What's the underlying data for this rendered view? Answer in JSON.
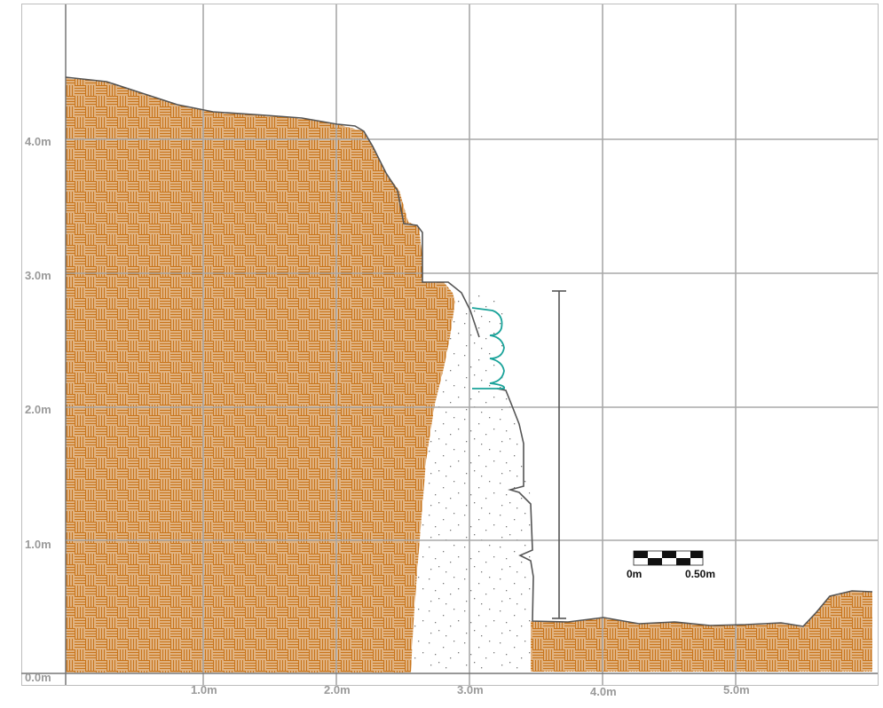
{
  "y_axis_labels": [
    "0.0m",
    "1.0m",
    "2.0m",
    "3.0m",
    "4.0m"
  ],
  "x_axis_labels": [
    "1.0m",
    "2.0m",
    "3.0m",
    "4.0m",
    "5.0m"
  ],
  "scale_bar": {
    "start_label": "0m",
    "end_label": "0.50m"
  },
  "colors": {
    "grid": "#a8a8a8",
    "rock_fill": "#c8741a",
    "rock_hatch": "#ffffff",
    "outline": "#555555",
    "teal_outline": "#1aa39a",
    "stipple": "#777777"
  },
  "icons": {
    "layer_left": "parquet-hatch",
    "layer_bottom": "parquet-hatch",
    "fill_middle": "stipple-dots"
  }
}
